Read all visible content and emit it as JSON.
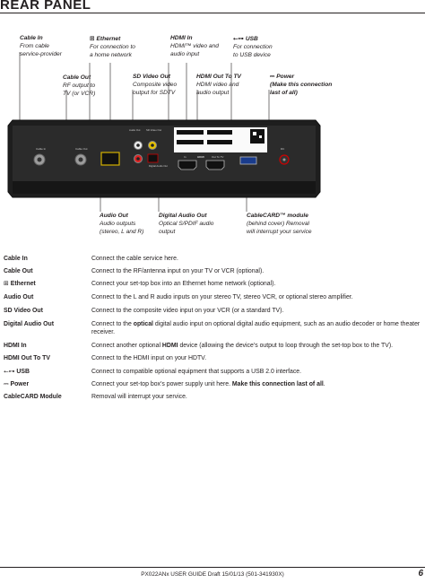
{
  "page": {
    "title": "REAR PANEL"
  },
  "callouts": {
    "cable_in": {
      "heading": "Cable In",
      "body": "From cable\nservice-provider"
    },
    "ethernet": {
      "heading": "Ethernet",
      "body": "For connection to\na home network",
      "icon": "ethernet-icon"
    },
    "hdmi_in": {
      "heading": "HDMI In",
      "body": "HDMI™ video and\naudio input"
    },
    "usb": {
      "heading": "USB",
      "body": "For connection\nto USB device",
      "icon": "usb-icon"
    },
    "cable_out": {
      "heading": "Cable Out",
      "body": "RF output to\nTV (or VCR)"
    },
    "sd_video_out": {
      "heading": "SD Video Out",
      "body": "Composite video\noutput for SDTV"
    },
    "hdmi_out": {
      "heading": "HDMI Out To TV",
      "body": "HDMI video and\naudio output"
    },
    "power": {
      "heading": "Power",
      "body": "(Make this connection\nlast of all)",
      "icon": "power-dc-icon"
    },
    "audio_out": {
      "heading": "Audio Out",
      "body": "Audio outputs\n(stereo, L and R)"
    },
    "digital_audio_out": {
      "heading": "Digital Audio Out",
      "body": "Optical S/PDIF audio\noutput"
    },
    "cablecard": {
      "heading": "CableCARD™ module",
      "body": "(behind cover) Removal\nwill interrupt your service"
    }
  },
  "device_labels": {
    "cable_in": "Cable In",
    "cable_out": "Cable Out",
    "audio_out": "Audio Out",
    "sd_video_out": "SD Video Out",
    "digital_audio_out": "Digital\nAudio Out",
    "hdmi_in": "In",
    "hdmi_out": "Out To TV",
    "hdmi_logo": "HDMI",
    "power": "DC"
  },
  "spec_table": [
    {
      "key": "Cable In",
      "value": "Connect the cable service here."
    },
    {
      "key": "Cable Out",
      "value": "Connect to the RF/antenna input on your TV or VCR (optional)."
    },
    {
      "key": "Ethernet",
      "icon": "ethernet-icon",
      "value": "Connect your set-top box into an Ethernet home network (optional)."
    },
    {
      "key": "Audio Out",
      "value": "Connect to the L and R audio inputs on your stereo TV, stereo VCR, or optional stereo amplifier."
    },
    {
      "key": "SD Video Out",
      "value": "Connect to the composite video input on your VCR (or a standard TV)."
    },
    {
      "key": "Digital Audio Out",
      "value_pre": "Connect to the ",
      "value_bold": "optical",
      "value_post": " digital audio input on optional digital audio equipment, such as an audio decoder or home theater receiver."
    },
    {
      "key": "HDMI In",
      "value_pre": "Connect another optional ",
      "value_bold": "HDMI",
      "value_post": " device (allowing the device’s output to loop through the set-top box to the TV)."
    },
    {
      "key": "HDMI Out To TV",
      "value": "Connect to the HDMI input on your HDTV."
    },
    {
      "key": "USB",
      "icon": "usb-icon",
      "value": "Connect to compatible optional equipment that supports a USB 2.0 interface."
    },
    {
      "key": "Power",
      "icon": "power-dc-icon",
      "value_pre": "Connect your set-top box’s power supply unit here. ",
      "value_bold": "Make this connection last of all",
      "value_post": "."
    },
    {
      "key": "CableCARD Module",
      "value": "Removal will interrupt your service."
    }
  ],
  "footer": {
    "text": "PX022ANx USER GUIDE Draft 15/01/13 (501-341930X)",
    "page_number": "6"
  }
}
